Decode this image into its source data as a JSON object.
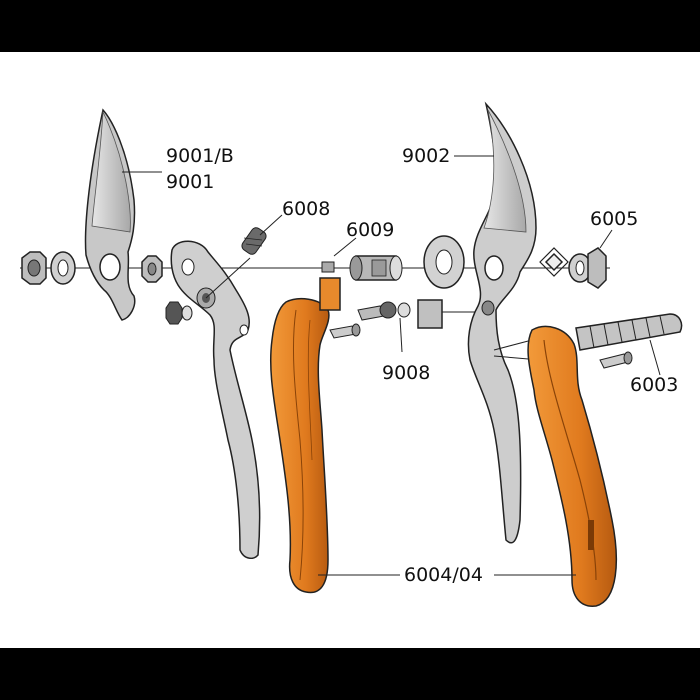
{
  "labels": {
    "p9001b": "9001/B",
    "p9001": "9001",
    "p6008": "6008",
    "p6009": "6009",
    "p9002": "9002",
    "p6005": "6005",
    "p9008": "9008",
    "p6003": "6003",
    "p6004": "6004/04"
  },
  "colors": {
    "background": "#000000",
    "panel": "#ffffff",
    "metal": "#c8c8c8",
    "metal_dark": "#8c8c8c",
    "wood": "#e07a1e",
    "wood_dark": "#b65a10",
    "line": "#222222"
  }
}
